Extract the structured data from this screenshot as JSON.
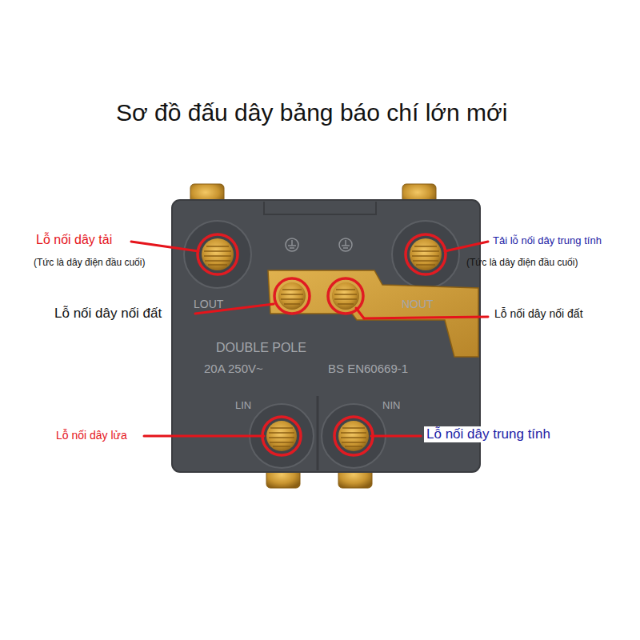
{
  "diagram": {
    "title": "Sơ đồ đấu dây bảng báo chí lớn mới",
    "labels": [
      "Lỗ nối dây tải",
      "(Tức là dây điện đầu cuối)",
      "Tải lỗ nối dây trung tính",
      "(Tức là dây điện đầu cuối)",
      "Lỗ nối dây nối đất",
      "Lỗ nối dây nối đất",
      "Lỗ nối dây lửa",
      "Lỗ nối dây trung tính",
      "LOUT",
      "NOUT",
      "DOUBLE POLE",
      "20A 250V~",
      "BS EN60669-1",
      "LIN",
      "NIN"
    ]
  }
}
